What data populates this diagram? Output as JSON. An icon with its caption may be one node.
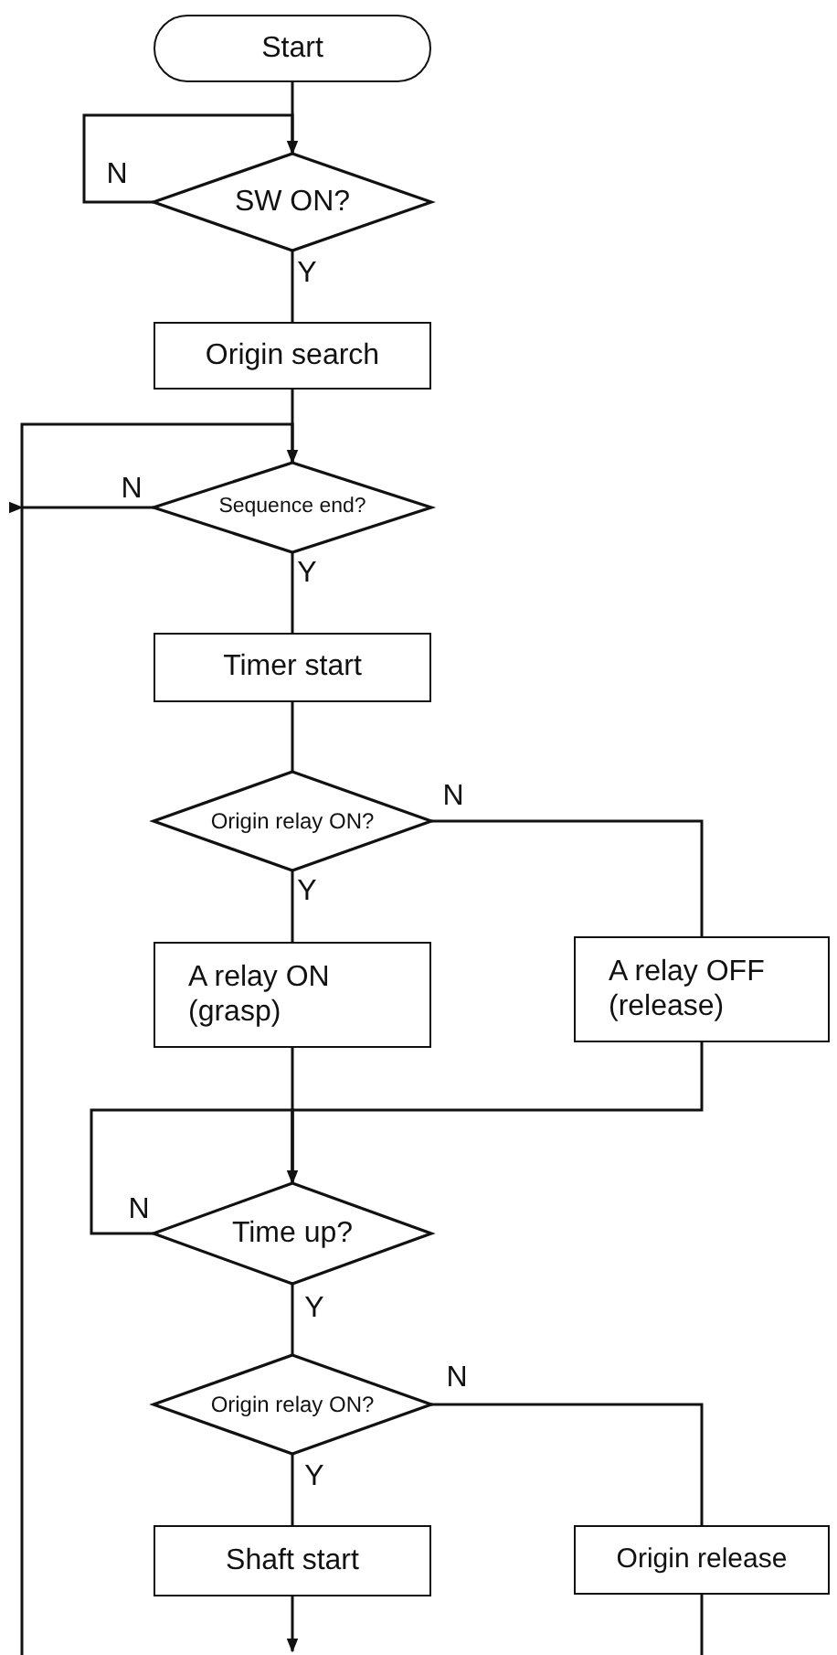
{
  "diagram": {
    "nodes": [
      {
        "text": [
          "Start"
        ]
      },
      {
        "text": [
          "SW ON?"
        ]
      },
      {
        "text": [
          "Origin search"
        ]
      },
      {
        "text": [
          "Sequence end?"
        ]
      },
      {
        "text": [
          "Timer start"
        ]
      },
      {
        "text": [
          "Origin relay ON?"
        ]
      },
      {
        "text": [
          "A relay ON (grasp)"
        ]
      },
      {
        "text": [
          "A relay OFF (release)"
        ]
      },
      {
        "text": [
          "Time up?"
        ]
      },
      {
        "text": [
          "Origin relay ON?"
        ]
      },
      {
        "text": [
          "Shaft start"
        ]
      },
      {
        "text": [
          "Origin release"
        ]
      }
    ],
    "edges": [
      {
        "from": 0,
        "to": 1,
        "arrow": "none"
      },
      {
        "from": 1,
        "to": 1,
        "arrow": "to",
        "label": "N"
      },
      {
        "from": 1,
        "to": 2,
        "arrow": "none",
        "label": "Y"
      },
      {
        "from": 2,
        "to": 3,
        "arrow": "none"
      },
      {
        "from": 3,
        "to": null,
        "arrow": "to",
        "label": "N"
      },
      {
        "from": null,
        "to": 3,
        "arrow": "to"
      },
      {
        "from": 3,
        "to": 4,
        "arrow": "none",
        "label": "Y"
      },
      {
        "from": 4,
        "to": 5,
        "arrow": "none"
      },
      {
        "from": 5,
        "to": 6,
        "arrow": "none",
        "label": "Y"
      },
      {
        "from": 5,
        "to": 7,
        "arrow": "none",
        "label": "N"
      },
      {
        "from": 6,
        "to": 8,
        "arrow": "none"
      },
      {
        "from": 7,
        "to": 8,
        "arrow": "none"
      },
      {
        "from": 8,
        "to": 8,
        "arrow": "to",
        "label": "N"
      },
      {
        "from": 8,
        "to": 9,
        "arrow": "none",
        "label": "Y"
      },
      {
        "from": 9,
        "to": 10,
        "arrow": "none",
        "label": "Y"
      },
      {
        "from": 9,
        "to": 11,
        "arrow": "none",
        "label": "N"
      },
      {
        "from": 10,
        "to": null,
        "arrow": "to"
      },
      {
        "from": 11,
        "to": null,
        "arrow": "none"
      }
    ]
  }
}
